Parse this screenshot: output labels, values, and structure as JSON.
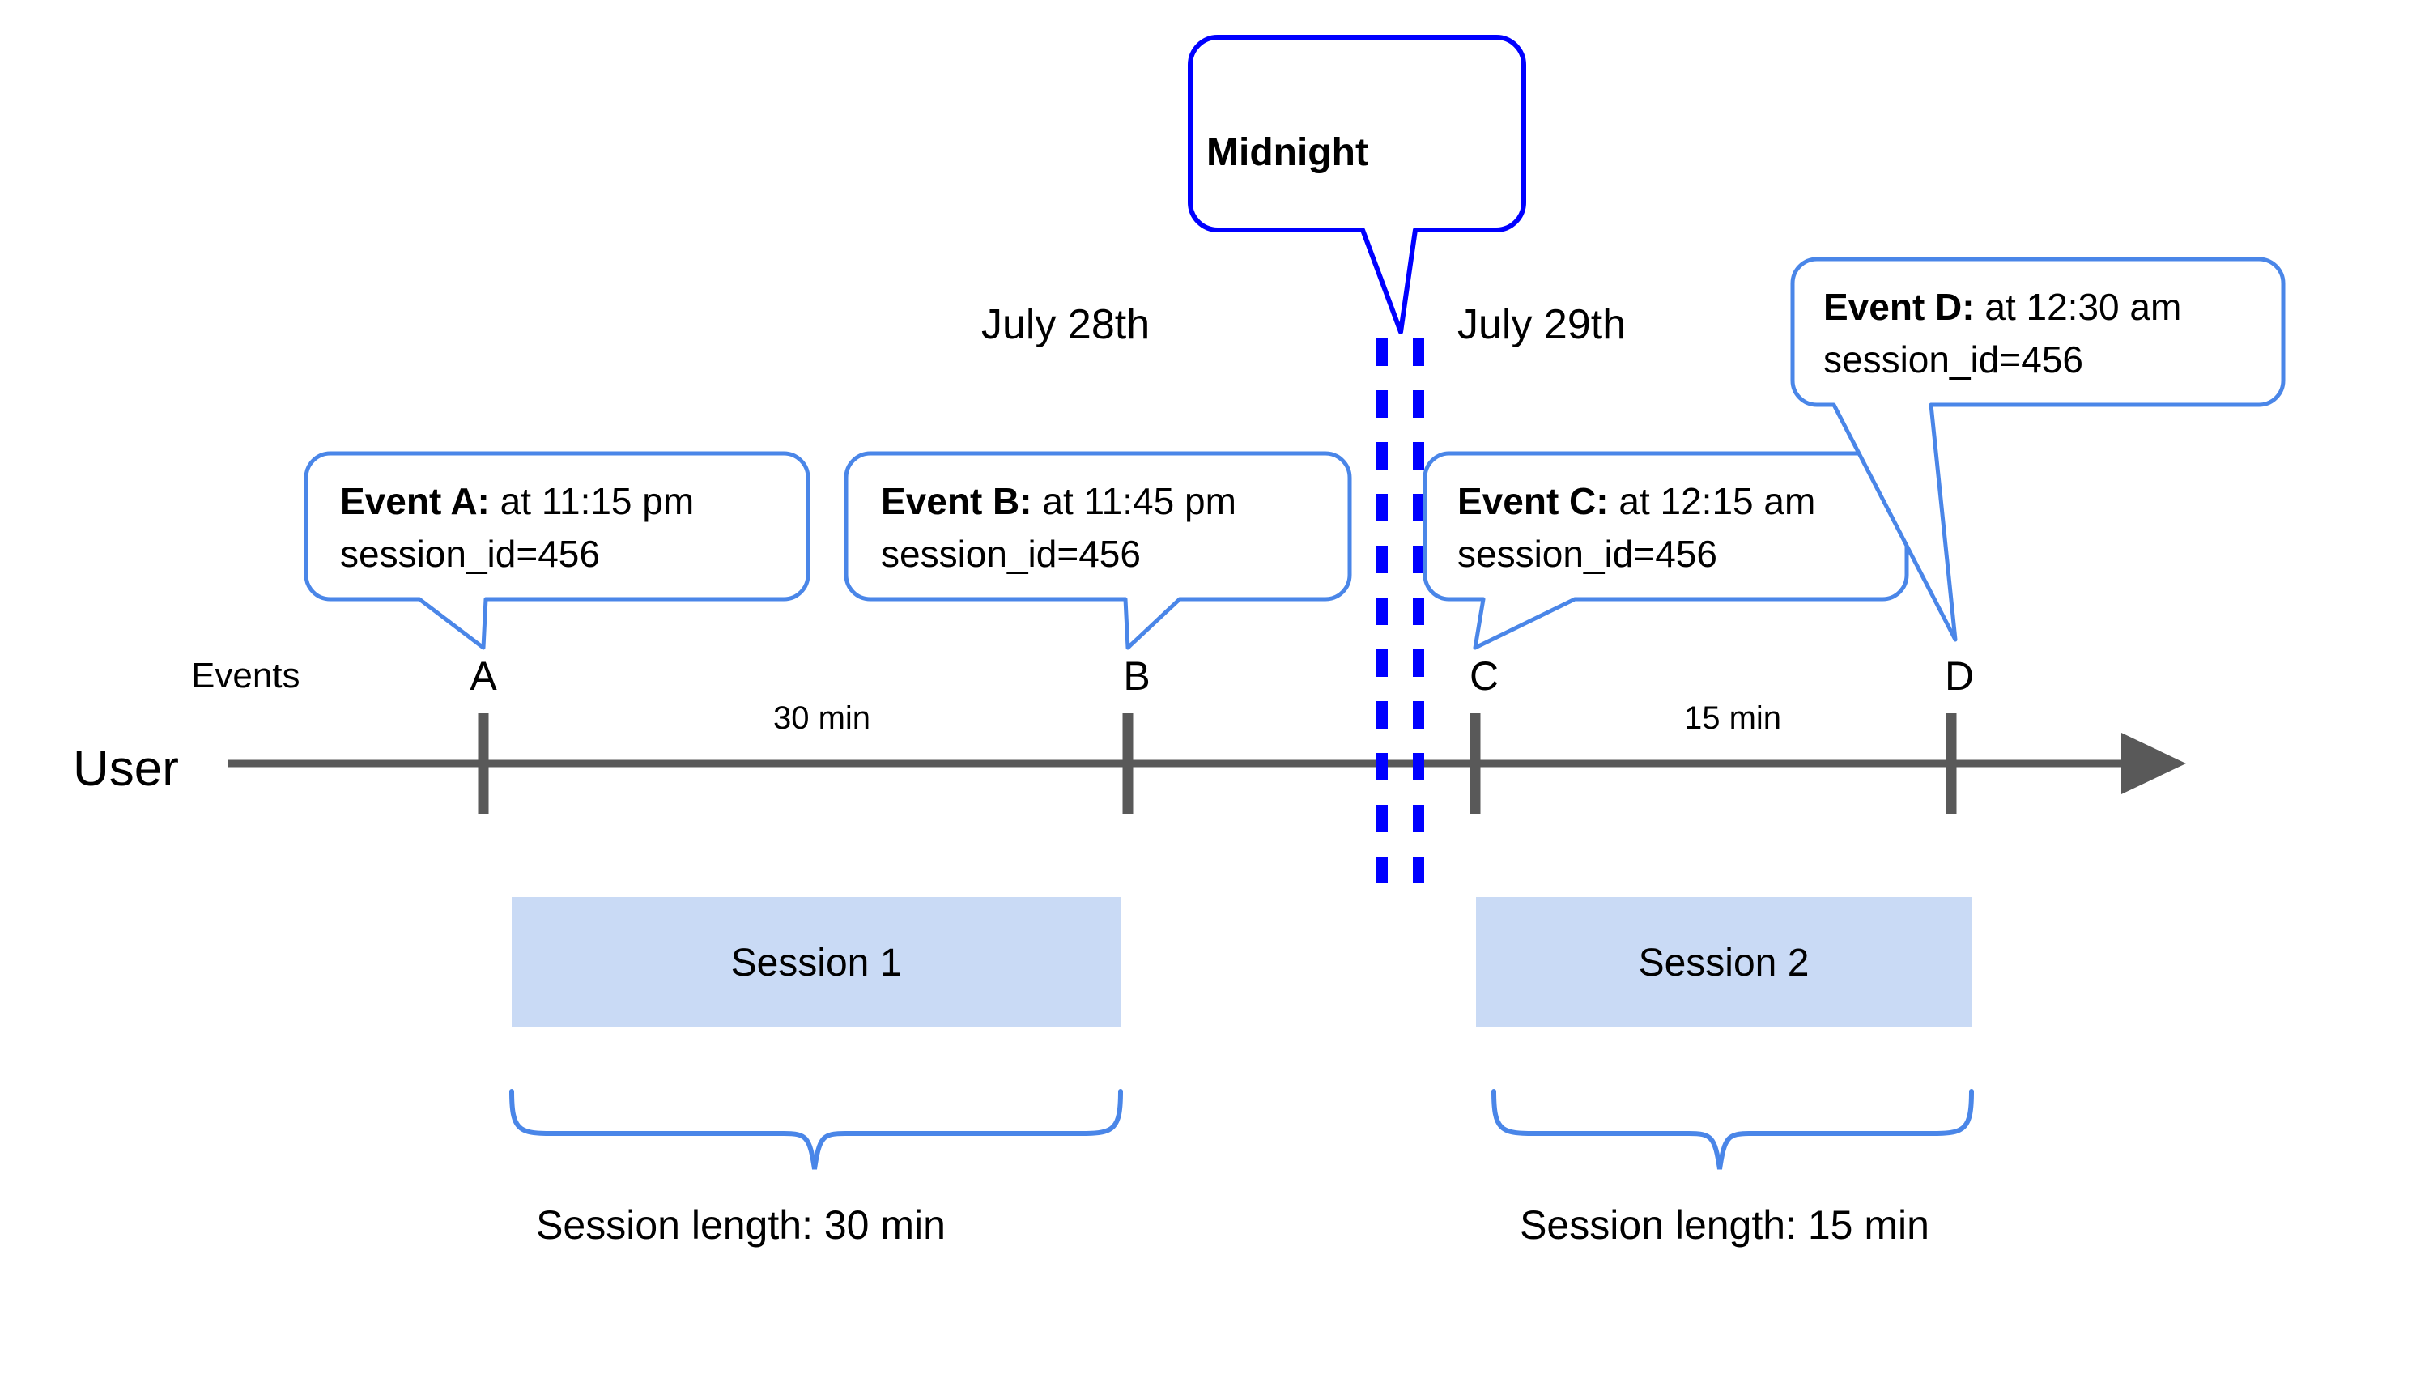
{
  "diagram": {
    "title_callout": {
      "label": "Midnight"
    },
    "dates": [
      {
        "label": "July 28th"
      },
      {
        "label": "July 29th"
      }
    ],
    "lane_labels": {
      "events": "Events",
      "user": "User"
    },
    "events": [
      {
        "letter": "A",
        "lead": "Event A:",
        "detail": " at 11:15 pm",
        "line2": "session_id=456"
      },
      {
        "letter": "B",
        "lead": "Event B:",
        "detail": " at 11:45 pm",
        "line2": "session_id=456"
      },
      {
        "letter": "C",
        "lead": "Event C:",
        "detail": " at 12:15 am",
        "line2": "session_id=456"
      },
      {
        "letter": "D",
        "lead": "Event D:",
        "detail": " at 12:30 am",
        "line2": "session_id=456"
      }
    ],
    "gaps": [
      {
        "label": "30 min"
      },
      {
        "label": "15 min"
      }
    ],
    "sessions": [
      {
        "label": "Session 1",
        "length_label": "Session length: 30 min"
      },
      {
        "label": "Session 2",
        "length_label": "Session length: 15 min"
      }
    ],
    "colors": {
      "callout_border": "#4A86E8",
      "midnight_blue": "#0000FF",
      "session_fill": "#C9DAF5",
      "axis_gray": "#595959",
      "text_black": "#000000"
    }
  }
}
